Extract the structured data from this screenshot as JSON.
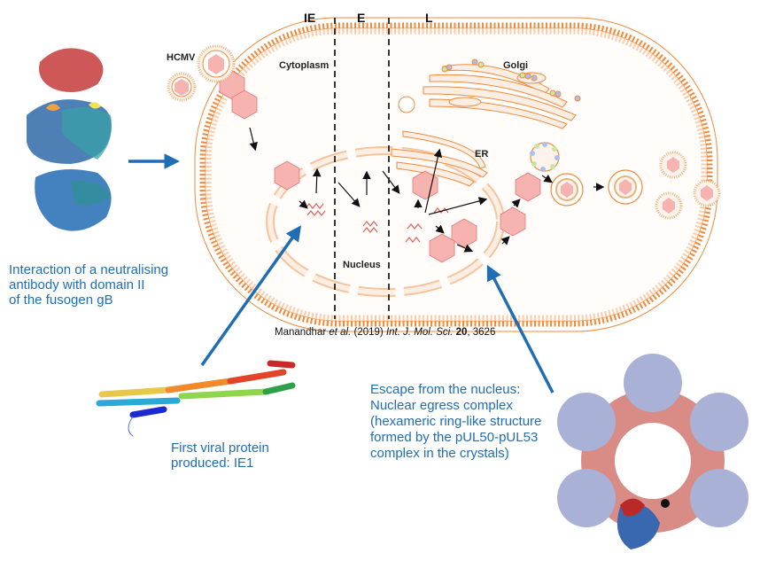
{
  "phases": [
    "IE",
    "E",
    "L"
  ],
  "cell_labels": {
    "virus": "HCMV",
    "cytoplasm": "Cytoplasm",
    "golgi": "Golgi",
    "er": "ER",
    "nucleus": "Nucleus"
  },
  "citation": {
    "authors": "Manandhar ",
    "etal": "et al.",
    "year": " (2019) ",
    "journal": "Int. J. Mol. Sci.",
    "volume": "20",
    "page": ", 3626"
  },
  "captions": {
    "gb_antibody": [
      "Interaction of a neutralising",
      "antibody with domain II",
      "of the fusogen gB"
    ],
    "ie1": [
      "First viral protein",
      "produced: IE1"
    ],
    "nec": [
      "Escape from the nucleus:",
      "Nuclear egress complex",
      "(hexameric ring-like structure",
      "formed by the pUL50-pUL53",
      "complex in the crystals)"
    ]
  },
  "colors": {
    "caption_blue": "#1f6db3",
    "arrow_blue": "#1f6db3",
    "membrane_orange": "#f08a3c",
    "membrane_fill": "#fdeee3",
    "capsid_pink": "#f4a0a0",
    "nec_lavender": "#a9b2d6",
    "nec_salmon": "#d98b86"
  },
  "structures": {
    "gb": "gB-antibody-complex-structure",
    "ie1": "IE1-protein-structure",
    "nec": "pUL50-pUL53-hexamer-structure"
  }
}
